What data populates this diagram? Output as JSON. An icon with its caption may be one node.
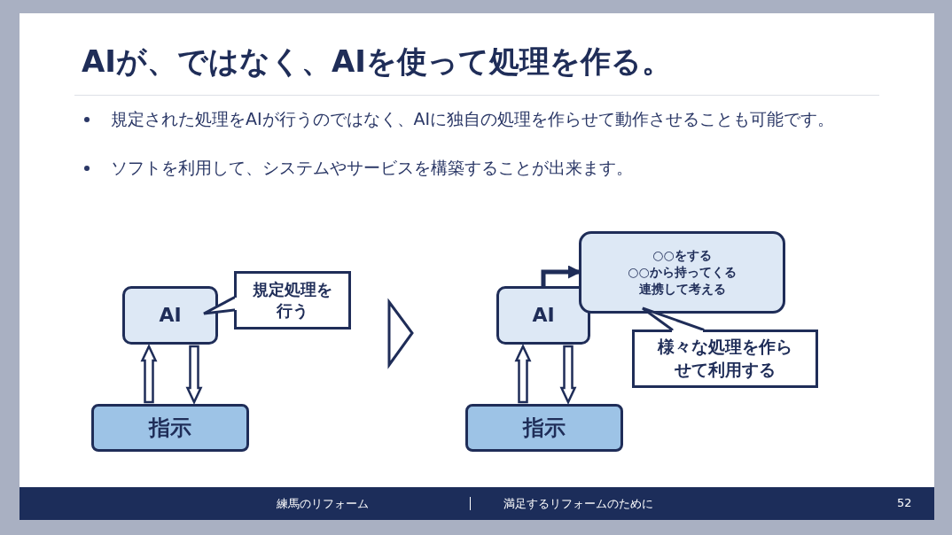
{
  "diagram": {
    "title": "AIが、ではなく、AIを使って処理を作る。",
    "nodes": [
      {
        "text": [
          "AI"
        ]
      },
      {
        "text": [
          "規定処理を行う"
        ]
      },
      {
        "text": [
          "指示"
        ]
      },
      {
        "text": [
          "AI"
        ]
      },
      {
        "text": [
          "○○をする",
          "○○から持ってくる",
          "連携して考える"
        ]
      },
      {
        "text": [
          "様々な処理を作らせて利用する"
        ]
      },
      {
        "text": [
          "指示"
        ]
      }
    ],
    "edges": [
      {
        "from": 2,
        "to": 0,
        "arrow": "to"
      },
      {
        "from": 0,
        "to": 2,
        "arrow": "to"
      },
      {
        "from": 3,
        "to": 4,
        "arrow": "to"
      },
      {
        "from": 6,
        "to": 3,
        "arrow": "to"
      },
      {
        "from": 3,
        "to": 6,
        "arrow": "to"
      }
    ],
    "labels": [
      "規定された処理をAIが行うのではなく、AIに独自の処理を作らせて動作させることも可能です。",
      "ソフトを利用して、システムやサービスを構築することが出来ます。",
      "練馬のリフォーム",
      "満足するリフォームのために",
      "52"
    ]
  }
}
